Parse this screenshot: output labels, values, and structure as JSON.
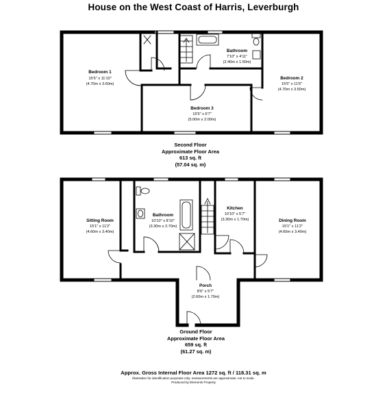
{
  "title": "House on the West Coast of Harris, Leverburgh",
  "second_floor": {
    "caption": [
      "Second Floor",
      "Approximate Floor Area",
      "613 sq. ft",
      "(57.04 sq. m)"
    ],
    "rooms": [
      {
        "id": "bedroom-1",
        "name": "Bedroom 1",
        "imperial": "15'5\" x 11'10\"",
        "metric": "(4.70m x 3.60m)"
      },
      {
        "id": "bathroom-upper",
        "name": "Bathroom",
        "imperial": "7'10\" x 4'11\"",
        "metric": "(2.40m x 1.50m)"
      },
      {
        "id": "bedroom-2",
        "name": "Bedroom 2",
        "imperial": "15'5\" x 11'6\"",
        "metric": "(4.70m x 3.50m)"
      },
      {
        "id": "bedroom-3",
        "name": "Bedroom 3",
        "imperial": "16'5\" x 6'7\"",
        "metric": "(5.00m x 2.00m)"
      }
    ]
  },
  "ground_floor": {
    "caption": [
      "Ground Floor",
      "Approximate Floor Area",
      "659 sq. ft",
      "(61.27 sq. m)"
    ],
    "rooms": [
      {
        "id": "sitting-room",
        "name": "Sitting Room",
        "imperial": "15'1\" x 11'2\"",
        "metric": "(4.60m x 3.40m)"
      },
      {
        "id": "bathroom-ground",
        "name": "Bathroom",
        "imperial": "10'10\" x 8'10\"",
        "metric": "(3.30m x 2.70m)"
      },
      {
        "id": "kitchen",
        "name": "Kitchen",
        "imperial": "10'10\" x 5'7\"",
        "metric": "(3.30m x 1.70m)"
      },
      {
        "id": "dining-room",
        "name": "Dining Room",
        "imperial": "15'1\" x 11'2\"",
        "metric": "(4.60m x 3.40m)"
      },
      {
        "id": "porch",
        "name": "Porch",
        "imperial": "8'6\" x 5'7\"",
        "metric": "(2.60m x 1.70m)"
      }
    ]
  },
  "footer": {
    "gross": "Approx. Gross Internal Floor Area 1272 sq. ft / 118.31 sq. m",
    "disclaimer": "Illustration for identification purposes only, measurements are approximate, not to scale.",
    "credit": "Produced by Elements Property"
  }
}
